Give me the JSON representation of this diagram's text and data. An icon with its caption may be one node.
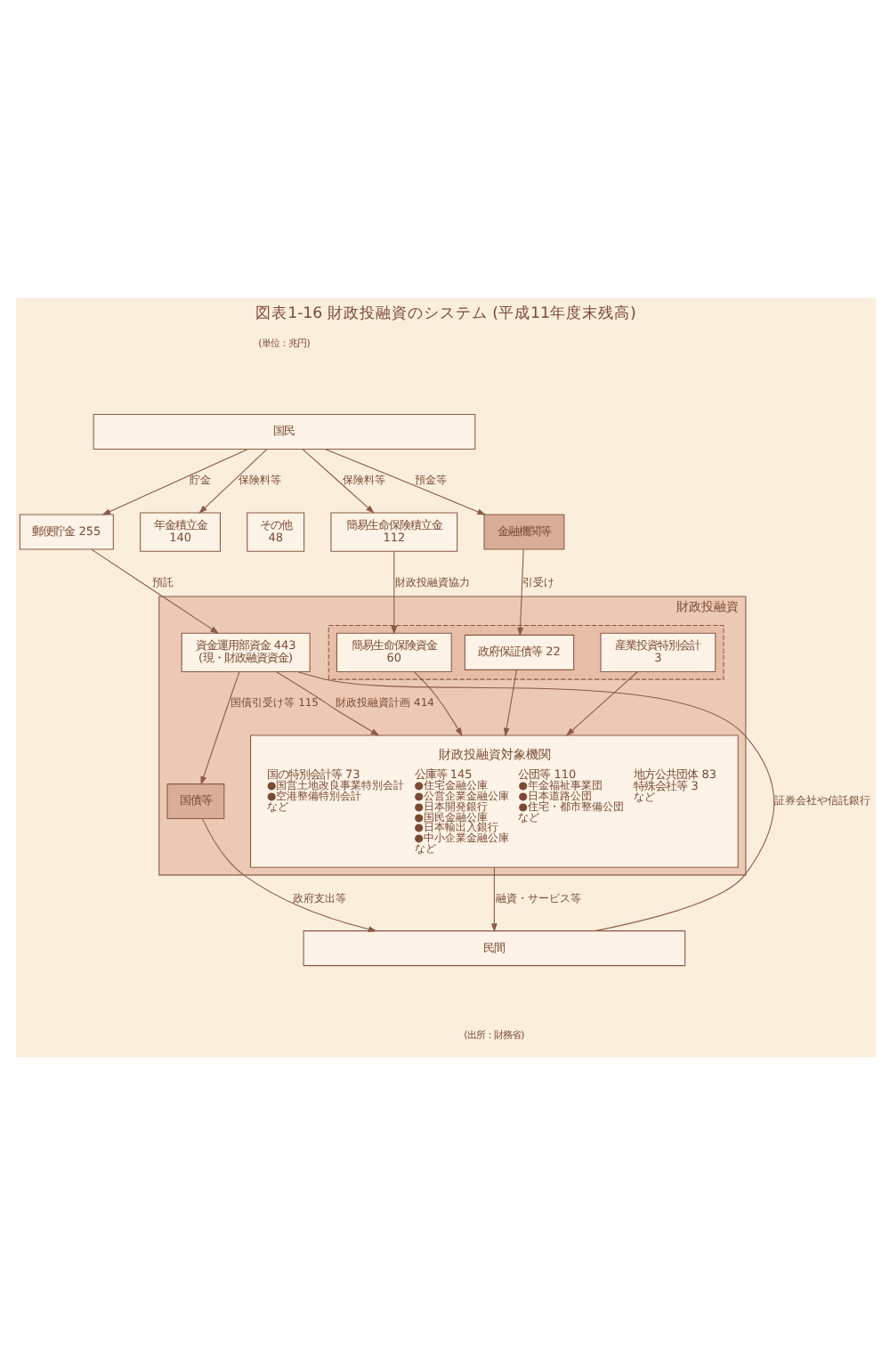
{
  "diagram": {
    "title": "図表1-16 財政投融資のシステム (平成11年度末残高)",
    "nodes": [
      {
        "text": [
          "国民"
        ]
      },
      {
        "text": [
          "郵便貯金 255"
        ]
      },
      {
        "text": [
          "年金積立金",
          "140"
        ]
      },
      {
        "text": [
          "その他",
          "48"
        ]
      },
      {
        "text": [
          "簡易生命保険積立金",
          "112"
        ]
      },
      {
        "text": [
          "金融機関等"
        ]
      },
      {
        "text": [
          "財政投融資"
        ]
      },
      {
        "text": [],
        "shape": "box",
        "in": 6
      },
      {
        "text": [
          "資金運用部資金 443",
          "(現・財政融資資金)"
        ],
        "in": 6
      },
      {
        "text": [
          "簡易生命保険資金",
          "60"
        ],
        "in": 7
      },
      {
        "text": [
          "産業投資特別会計",
          "3"
        ],
        "in": 7
      },
      {
        "text": [
          "政府保証債等 22"
        ],
        "in": 7
      },
      {
        "text": [
          "国債等"
        ],
        "in": 6
      },
      {
        "text": [
          "財政投融資対象機関",
          "国の特別会計等 73",
          "●国営土地改良事業特別会計",
          "●空港整備特別会計",
          "など",
          "公庫等 145",
          "●住宅金融公庫",
          "●公営企業金融公庫",
          "●日本開発銀行",
          "●国民金融公庫",
          "●日本輸出入銀行",
          "●中小企業金融公庫",
          "など",
          "公団等 110",
          "●年金福祉事業団",
          "●日本道路公団",
          "●住宅・都市整備公団",
          "など",
          "地方公共団体 83",
          "特殊会社等 3",
          "など"
        ],
        "in": 6
      },
      {
        "text": [
          "民間"
        ]
      }
    ],
    "edges": [
      {
        "from": 0,
        "to": 1,
        "arrow": "to",
        "label": "貯金"
      },
      {
        "from": 0,
        "to": 2,
        "arrow": "to",
        "label": "保険料等"
      },
      {
        "from": 0,
        "to": 4,
        "arrow": "to",
        "label": "保険料等"
      },
      {
        "from": 0,
        "to": 5,
        "arrow": "to",
        "label": "預金等"
      },
      {
        "from": 1,
        "to": 8,
        "arrow": "to",
        "label": "預託"
      },
      {
        "from": 4,
        "to": 9,
        "arrow": "to",
        "label": "財政投融資協力"
      },
      {
        "from": 5,
        "to": 11,
        "arrow": "to",
        "label": "引受け"
      },
      {
        "from": 8,
        "to": 12,
        "arrow": "to",
        "label": "国債引受け等 115"
      },
      {
        "from": 8,
        "to": 13,
        "arrow": "to",
        "label": "財政投融資計画 414"
      },
      {
        "from": 9,
        "to": 13,
        "arrow": "to"
      },
      {
        "from": 10,
        "to": 13,
        "arrow": "to"
      },
      {
        "from": 11,
        "to": 13,
        "arrow": "to"
      },
      {
        "from": 12,
        "to": 14,
        "arrow": "to",
        "label": "政府支出等"
      },
      {
        "from": 13,
        "to": 14,
        "arrow": "to",
        "label": "融資・サービス等"
      },
      {
        "from": 8,
        "to": 14,
        "arrow": "none",
        "label": "証券会社や信託銀行"
      }
    ],
    "labels": [
      "(単位：兆円)",
      "(出所：財務省)"
    ]
  }
}
